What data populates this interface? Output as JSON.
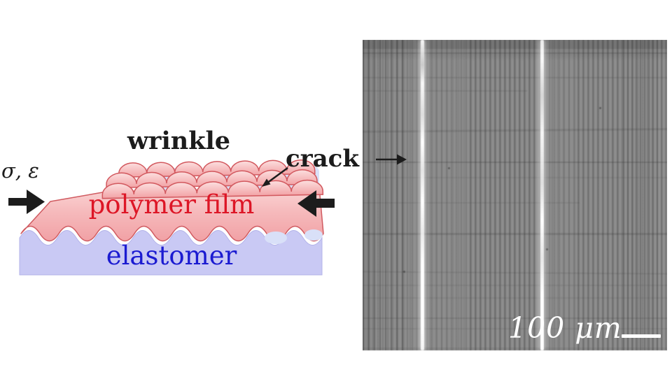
{
  "schematic": {
    "labels": {
      "wrinkle": "wrinkle",
      "stress_strain": "σ, ε",
      "crack": "crack",
      "polymer_film": "polymer film",
      "elastomer": "elastomer"
    },
    "colors": {
      "film_pink": "#f5b2b5",
      "film_outline_red": "#d05a60",
      "crack_gap_blue": "#d9e0f8",
      "elastomer_lavender": "#c9c9f4",
      "polymer_label_red": "#dd1626",
      "elastomer_label_blue": "#1b1bd1",
      "annotation_black": "#1c1c1c"
    }
  },
  "micrograph": {
    "scale_label": "100 μm",
    "background_gray": "#8d8d8d",
    "crack_color": "#ffffff"
  }
}
